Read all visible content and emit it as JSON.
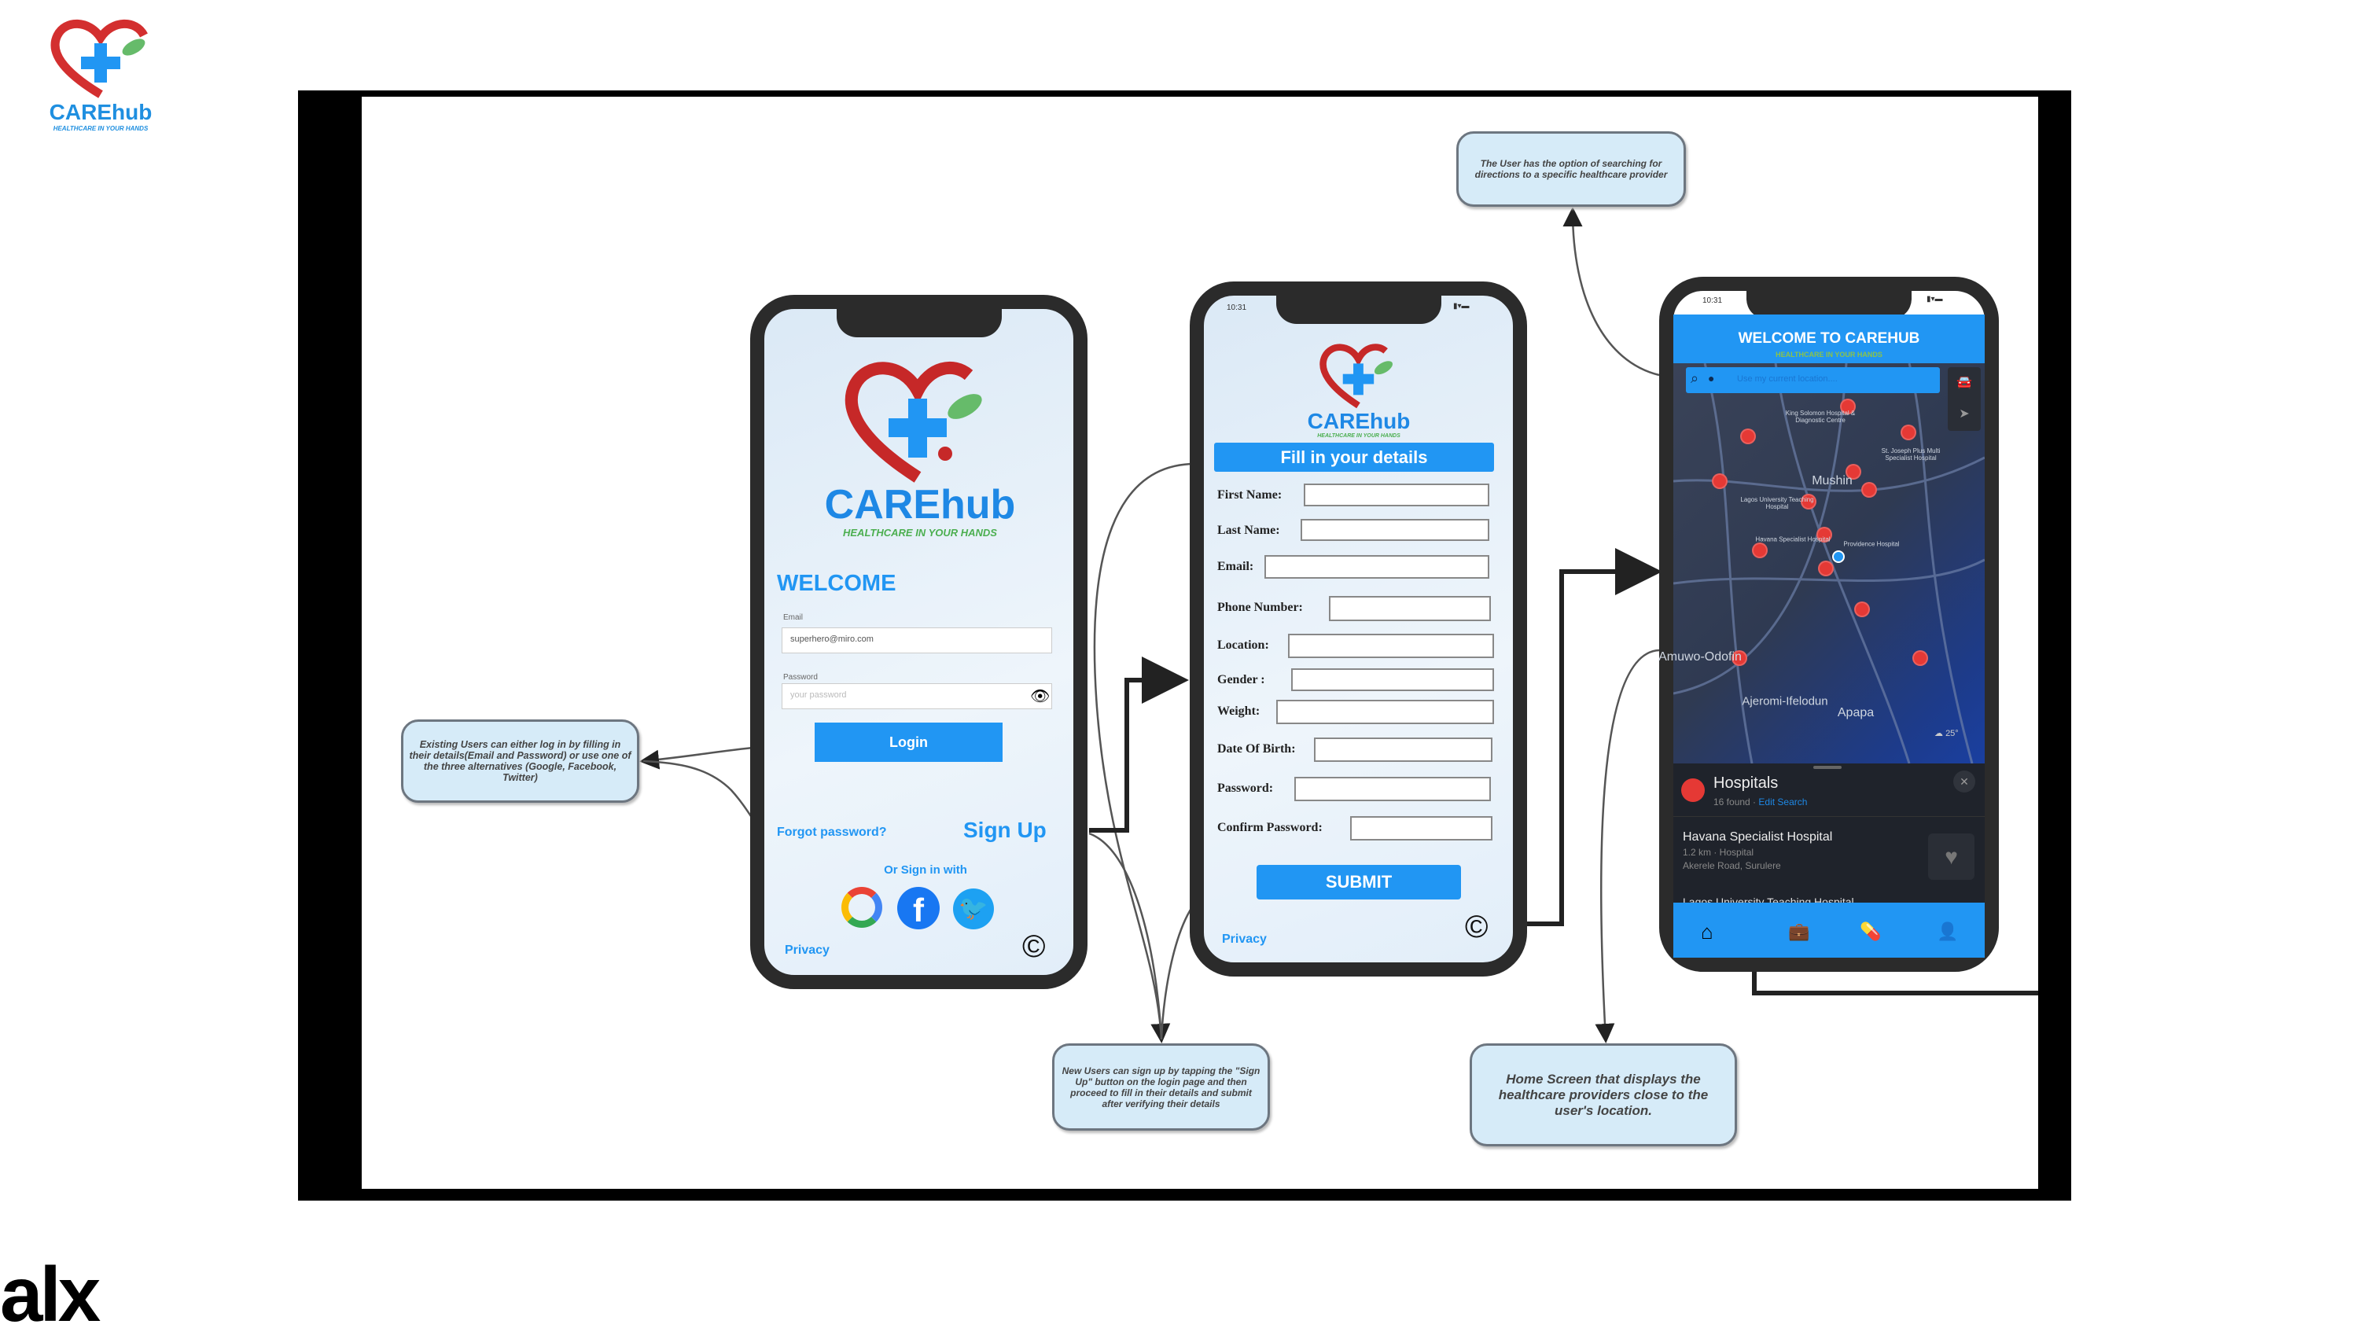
{
  "branding": {
    "logo_text": "CAREhub",
    "tagline": "HEALTHCARE IN YOUR HANDS",
    "footer_logo": "alx"
  },
  "colors": {
    "accent": "#2196f3",
    "brand_blue": "#1f8fe0",
    "brand_green": "#4caf50",
    "heart_red": "#d32f2f"
  },
  "login": {
    "welcome": "WELCOME",
    "email_label": "Email",
    "email_value": "superhero@miro.com",
    "password_label": "Password",
    "password_placeholder": "your password",
    "login_button": "Login",
    "forgot": "Forgot password?",
    "signup": "Sign Up",
    "or_sign_in": "Or Sign in with",
    "privacy": "Privacy",
    "copyright": "©"
  },
  "signup": {
    "time": "10:31",
    "title": "Fill in your details",
    "fields": [
      "First Name:",
      "Last Name:",
      "Email:",
      "Phone Number:",
      "Location:",
      "Gender :",
      "Weight:",
      "Date Of Birth:",
      "Password:",
      "Confirm Password:"
    ],
    "submit": "SUBMIT",
    "privacy": "Privacy",
    "copyright": "©"
  },
  "home": {
    "time": "10:31",
    "title": "WELCOME TO CAREHUB",
    "tagline": "HEALTHCARE IN YOUR HANDS",
    "search_placeholder": "Use my current location....",
    "map_places": [
      "Mushin",
      "Amuwo-Odofin",
      "Ajeromi-Ifelodun",
      "Apapa"
    ],
    "map_hospitals": [
      "King Solomon Hospital & Diagnostic Centre",
      "St. Joseph Plus Multi Specialist Hospital",
      "Lagos University Teaching Hospital",
      "Havana Specialist Hospital",
      "Providence Hospital"
    ],
    "sheet_title": "Hospitals",
    "found": "16 found",
    "edit_search": "Edit Search",
    "result_name": "Havana Specialist Hospital",
    "result_meta": "1.2 km · Hospital",
    "result_address": "Akerele Road, Surulere",
    "next_result": "Lagos University Teaching Hospital",
    "weather": "25°"
  },
  "callouts": {
    "login": "Existing Users can either log in by filling in their details(Email and Password) or use one of the three alternatives (Google, Facebook, Twitter)",
    "signup": "New Users can sign up by tapping the \"Sign Up\" button on the login page and then proceed to fill in their details and submit after verifying their details",
    "search": "The User has the option of searching for directions to a specific healthcare provider",
    "home": "Home Screen that displays the healthcare providers close to the user's location."
  }
}
